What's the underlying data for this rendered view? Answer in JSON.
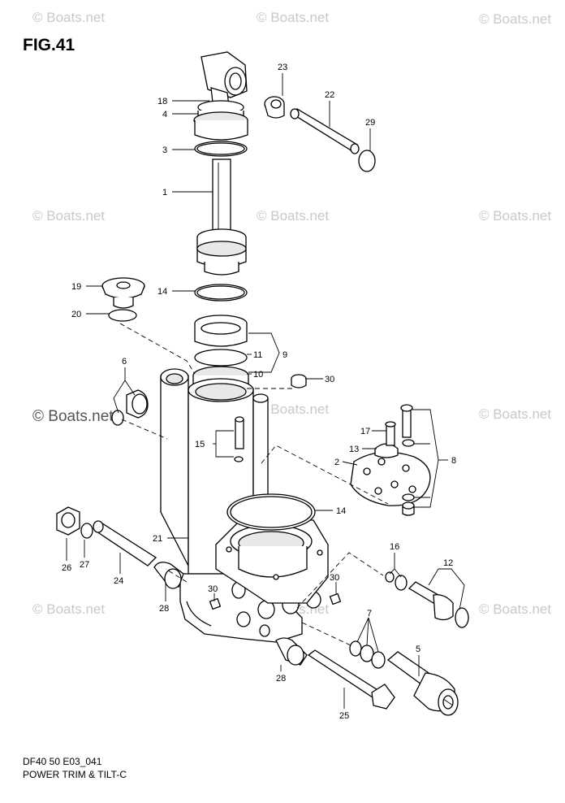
{
  "figure": {
    "title": "FIG.41",
    "code": "DF40 50 E03_041",
    "name": "POWER TRIM & TILT-C"
  },
  "watermark": {
    "text": "© Boats.net",
    "color": "#c9c9c9"
  },
  "callouts": [
    {
      "id": "c23",
      "label": "23"
    },
    {
      "id": "c22",
      "label": "22"
    },
    {
      "id": "c29",
      "label": "29"
    },
    {
      "id": "c18",
      "label": "18"
    },
    {
      "id": "c4",
      "label": "4"
    },
    {
      "id": "c3",
      "label": "3"
    },
    {
      "id": "c1",
      "label": "1"
    },
    {
      "id": "c19",
      "label": "19"
    },
    {
      "id": "c14a",
      "label": "14"
    },
    {
      "id": "c20",
      "label": "20"
    },
    {
      "id": "c11",
      "label": "11"
    },
    {
      "id": "c9",
      "label": "9"
    },
    {
      "id": "c10",
      "label": "10"
    },
    {
      "id": "c30a",
      "label": "30"
    },
    {
      "id": "c6",
      "label": "6"
    },
    {
      "id": "c17",
      "label": "17"
    },
    {
      "id": "c13",
      "label": "13"
    },
    {
      "id": "c2",
      "label": "2"
    },
    {
      "id": "c8",
      "label": "8"
    },
    {
      "id": "c15",
      "label": "15"
    },
    {
      "id": "c14b",
      "label": "14"
    },
    {
      "id": "c21",
      "label": "21"
    },
    {
      "id": "c16",
      "label": "16"
    },
    {
      "id": "c12",
      "label": "12"
    },
    {
      "id": "c26",
      "label": "26"
    },
    {
      "id": "c27",
      "label": "27"
    },
    {
      "id": "c24",
      "label": "24"
    },
    {
      "id": "c30b",
      "label": "30"
    },
    {
      "id": "c30c",
      "label": "30"
    },
    {
      "id": "c28a",
      "label": "28"
    },
    {
      "id": "c7",
      "label": "7"
    },
    {
      "id": "c5",
      "label": "5"
    },
    {
      "id": "c28b",
      "label": "28"
    },
    {
      "id": "c25",
      "label": "25"
    }
  ]
}
